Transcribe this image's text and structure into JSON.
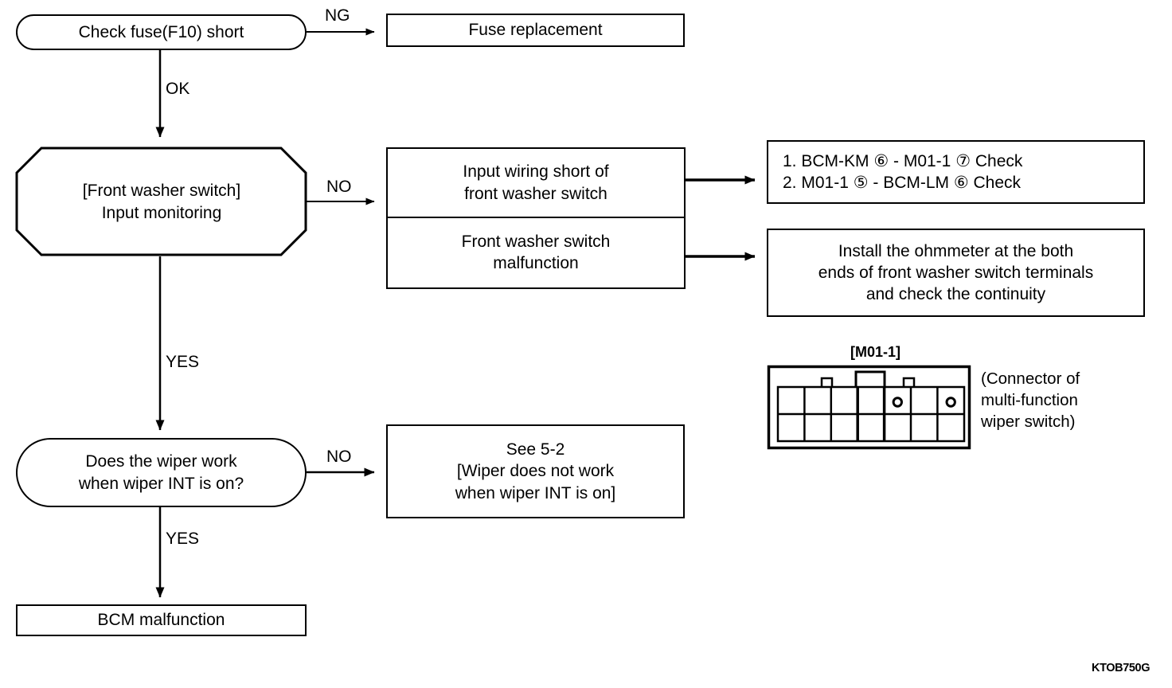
{
  "diagram": {
    "type": "troubleshooting-flowchart",
    "figure_code": "KTOB750G",
    "nodes": {
      "check_fuse": "Check fuse(F10) short",
      "fuse_replacement": "Fuse replacement",
      "front_washer_switch": "[Front washer switch]\nInput monitoring",
      "input_wiring_short": "Input wiring short of\nfront washer switch",
      "switch_malfunction": "Front washer switch\nmalfunction",
      "bcm_check_list": "1. BCM-KM ⑥ - M01-1 ⑦   Check\n2. M01-1 ⑤ - BCM-LM ⑥   Check",
      "ohmmeter_instruction": "Install the ohmmeter at the both\nends of front washer switch terminals\nand check the continuity",
      "wiper_int_question": "Does the wiper work\nwhen wiper INT is on?",
      "see_5_2": "See 5-2\n[Wiper does not work\nwhen wiper INT is on]",
      "bcm_malfunction": "BCM malfunction"
    },
    "edge_labels": {
      "ng": "NG",
      "ok": "OK",
      "no_1": "NO",
      "yes_1": "YES",
      "no_2": "NO",
      "yes_2": "YES"
    },
    "connector": {
      "title": "[M01-1]",
      "note": "(Connector of\nmulti-function\nwiper switch)",
      "columns": 7,
      "rows": 2,
      "circle_cells": [
        5,
        7
      ]
    },
    "colors": {
      "stroke": "#000000",
      "background": "#ffffff",
      "text": "#000000"
    }
  }
}
